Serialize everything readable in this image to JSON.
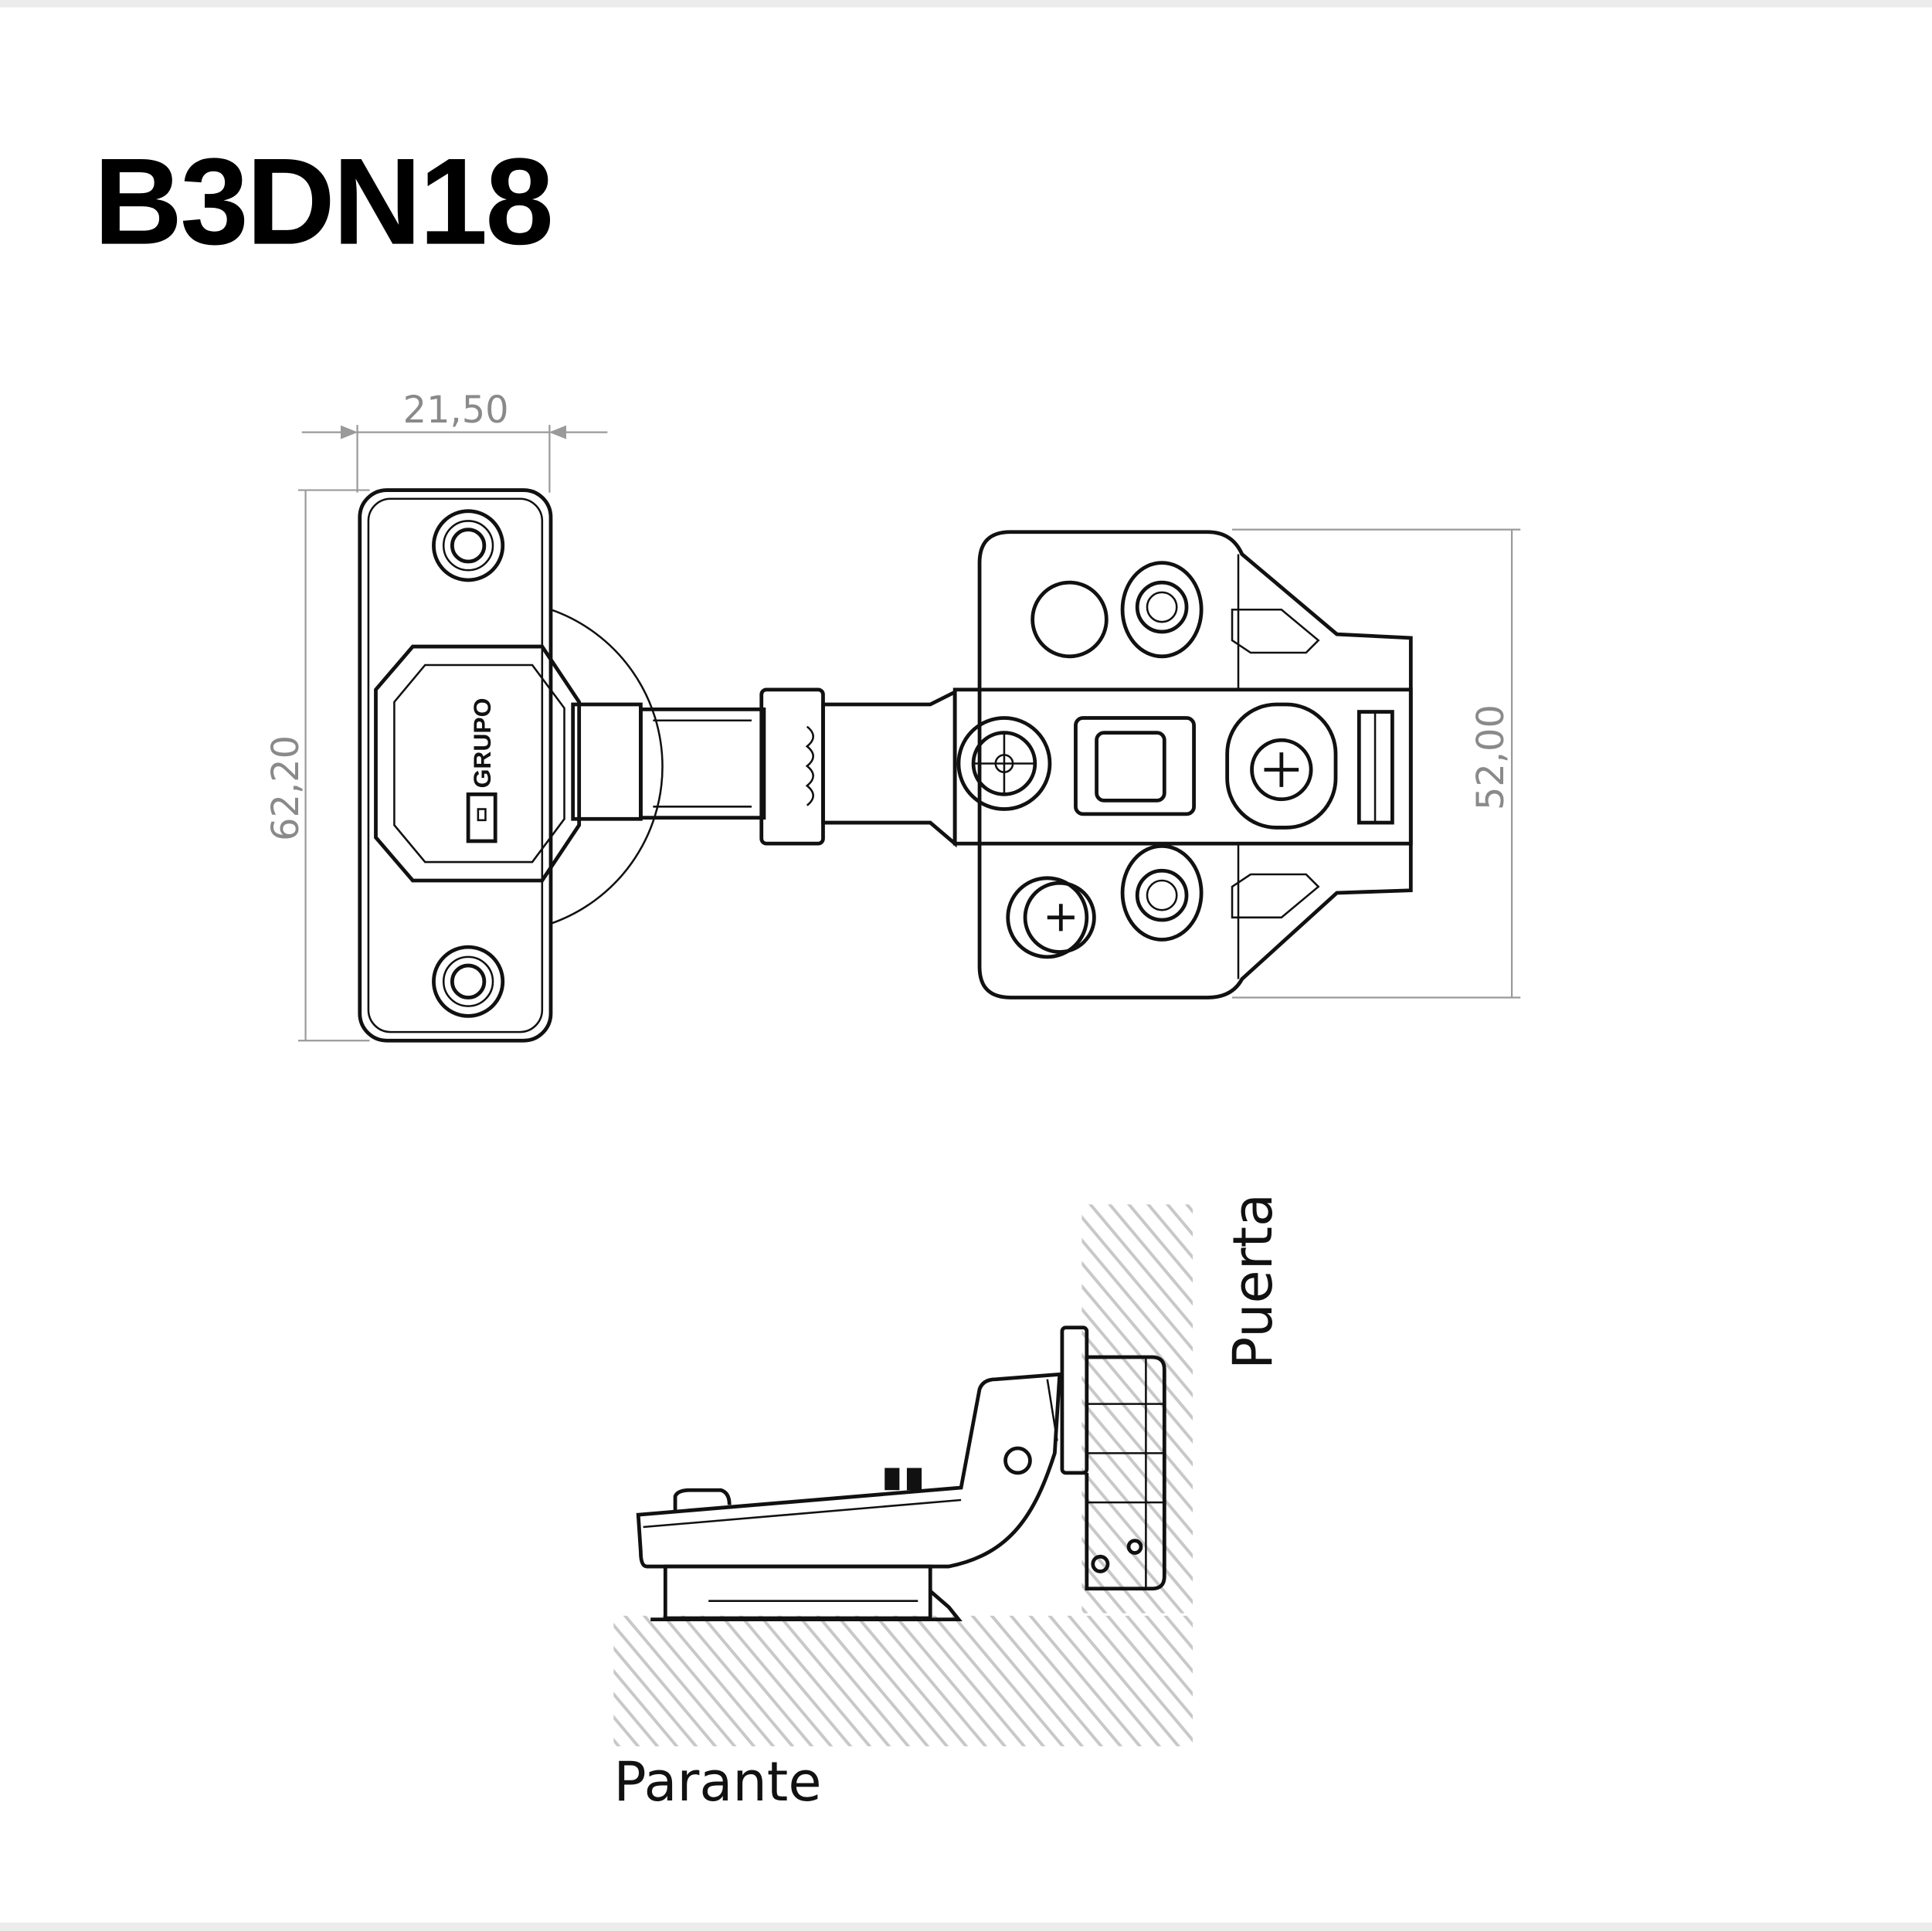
{
  "title": "B3DN18",
  "dimensions": {
    "width_arm": "21,50",
    "height_plate": "62,20",
    "height_base": "52,00"
  },
  "labels": {
    "door": "Puerta",
    "frame": "Parante"
  },
  "logo_text": "GRUPO",
  "colors": {
    "line": "#111111",
    "dimension": "#8a8a8a",
    "hatch": "#c8c8c8",
    "band": "#ececec"
  }
}
